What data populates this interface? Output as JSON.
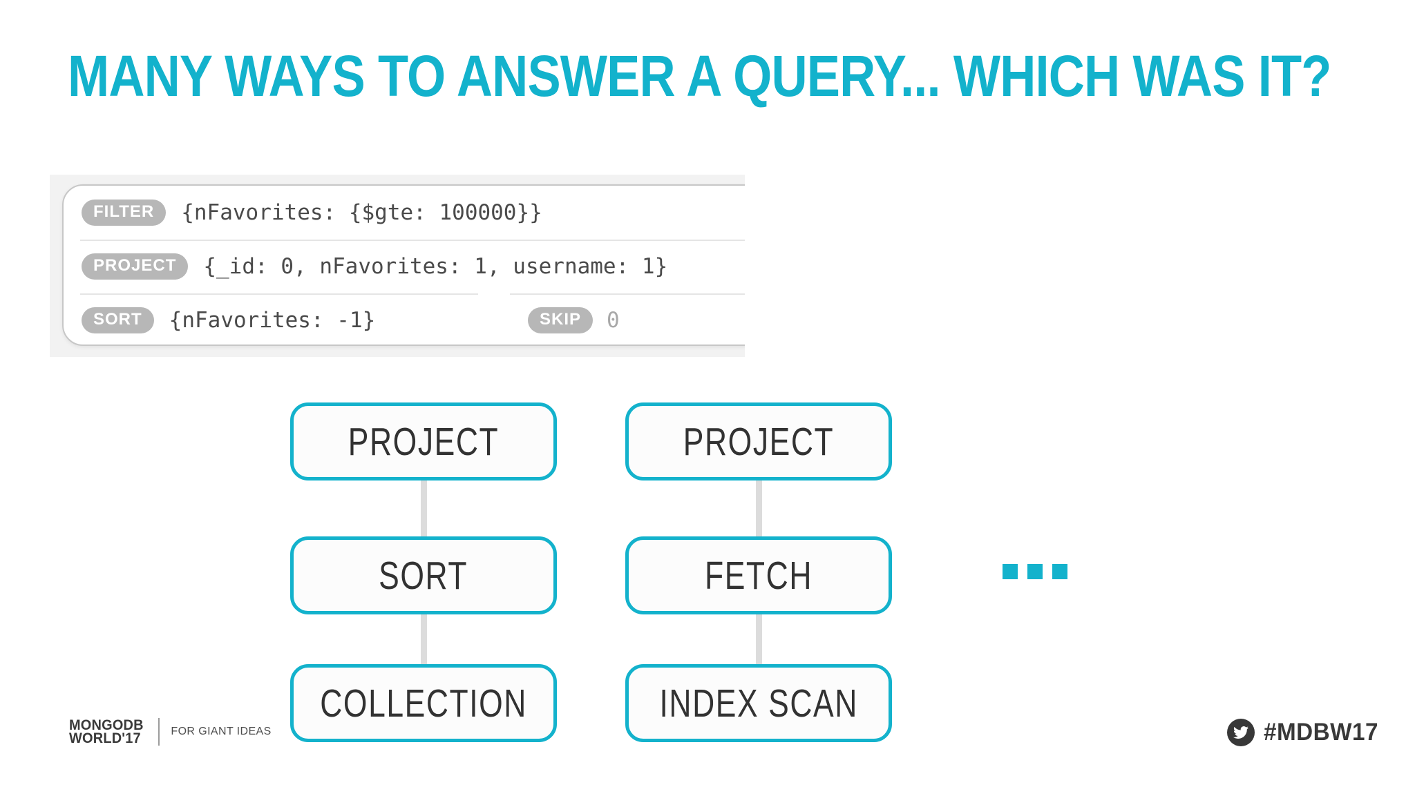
{
  "slide": {
    "title": "MANY WAYS TO ANSWER A QUERY... WHICH WAS IT?"
  },
  "colors": {
    "accent": "#13b2cc",
    "badge_gray": "#b7b7b7",
    "connector_gray": "#dcdcdc",
    "code_text": "#4a4a4a",
    "footer_text": "#3a3a3a"
  },
  "query_bar": {
    "filter": {
      "badge": "FILTER",
      "value": "{nFavorites: {$gte: 100000}}"
    },
    "project": {
      "badge": "PROJECT",
      "value": "{_id: 0, nFavorites: 1, username: 1}"
    },
    "sort": {
      "badge": "SORT",
      "value": "{nFavorites: -1}"
    },
    "skip": {
      "badge": "SKIP",
      "value": "0"
    }
  },
  "plans": [
    {
      "nodes": [
        "PROJECT",
        "SORT",
        "COLLECTION"
      ]
    },
    {
      "nodes": [
        "PROJECT",
        "FETCH",
        "INDEX SCAN"
      ]
    }
  ],
  "more_plans_indicator": "...",
  "footer": {
    "brand_line1": "MONGODB",
    "brand_line2": "WORLD'17",
    "tagline": "FOR GIANT IDEAS",
    "hashtag": "#MDBW17",
    "twitter_icon": "twitter-bird-icon"
  }
}
